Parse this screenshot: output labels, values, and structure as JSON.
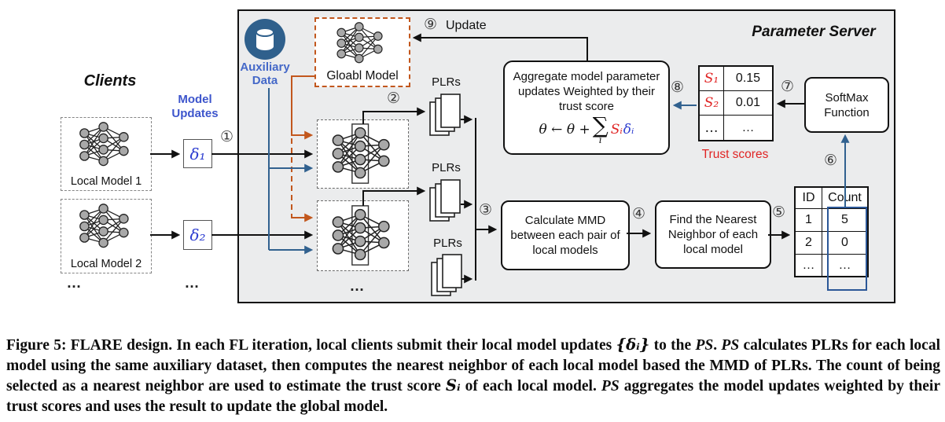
{
  "clients": {
    "title": "Clients",
    "model_updates_label": "Model Updates",
    "local_model_1_label": "Local Model 1",
    "local_model_2_label": "Local Model 2",
    "delta_1": "δ₁",
    "delta_2": "δ₂",
    "ellipsis": "…"
  },
  "server": {
    "title": "Parameter Server",
    "auxiliary_label_line1": "Auxiliary",
    "auxiliary_label_line2": "Data",
    "global_model_label": "Gloabl Model",
    "plrs_label": "PLRs",
    "ellipsis": "…",
    "update_label": "Update",
    "boxes": {
      "mmd_lines": [
        "Calculate MMD",
        "between each pair of",
        "local models"
      ],
      "nearest_lines": [
        "Find the Nearest",
        "Neighbor of each",
        "local model"
      ],
      "softmax_lines": [
        "SoftMax",
        "Function"
      ],
      "aggregate_lines": [
        "Aggregate  model parameter",
        "updates Weighted by their",
        "trust score"
      ]
    },
    "formula": {
      "lhs": "θ ← θ +",
      "sigma": "∑",
      "sigma_sub": "i",
      "s_term": "Sᵢ",
      "delta_term": "δᵢ"
    },
    "id_count_table": {
      "headers": [
        "ID",
        "Count"
      ],
      "rows": [
        [
          "1",
          "5"
        ],
        [
          "2",
          "0"
        ],
        [
          "…",
          "…"
        ]
      ]
    },
    "trust_table": {
      "rows": [
        [
          "S₁",
          "0.15"
        ],
        [
          "S₂",
          "0.01"
        ],
        [
          "…",
          "…"
        ]
      ],
      "caption": "Trust scores"
    },
    "steps": {
      "n1": "①",
      "n2": "②",
      "n3": "③",
      "n4": "④",
      "n5": "⑤",
      "n6": "⑥",
      "n7": "⑦",
      "n8": "⑧",
      "n9": "⑨"
    }
  },
  "colors": {
    "server_bg": "#ebeced",
    "accent_orange": "#c2571d",
    "arrow_blue": "#31618f",
    "label_blue": "#3d55cc",
    "delta_blue": "#2e3ed0",
    "score_red": "#e02424",
    "count_box_blue": "#2b5797",
    "db_icon_blue": "#2f608c"
  },
  "caption": {
    "segments": [
      {
        "style": "plain",
        "text": "Figure 5: FLARE design. In each FL iteration, local clients submit their local model updates "
      },
      {
        "style": "math",
        "text": "{δᵢ}"
      },
      {
        "style": "plain",
        "text": " to the "
      },
      {
        "style": "ps",
        "text": "PS"
      },
      {
        "style": "plain",
        "text": ". "
      },
      {
        "style": "ps",
        "text": "PS"
      },
      {
        "style": "plain",
        "text": " calculates PLRs for each local model using the same auxiliary dataset, then computes the nearest neighbor of each local model based the MMD of PLRs. The count of being selected as a nearest neighbor are used to estimate the trust score "
      },
      {
        "style": "math",
        "text": "Sᵢ"
      },
      {
        "style": "plain",
        "text": " of each local model. "
      },
      {
        "style": "ps",
        "text": "PS"
      },
      {
        "style": "plain",
        "text": " aggregates the model updates weighted by their trust scores and uses the result to update the global model."
      }
    ]
  }
}
